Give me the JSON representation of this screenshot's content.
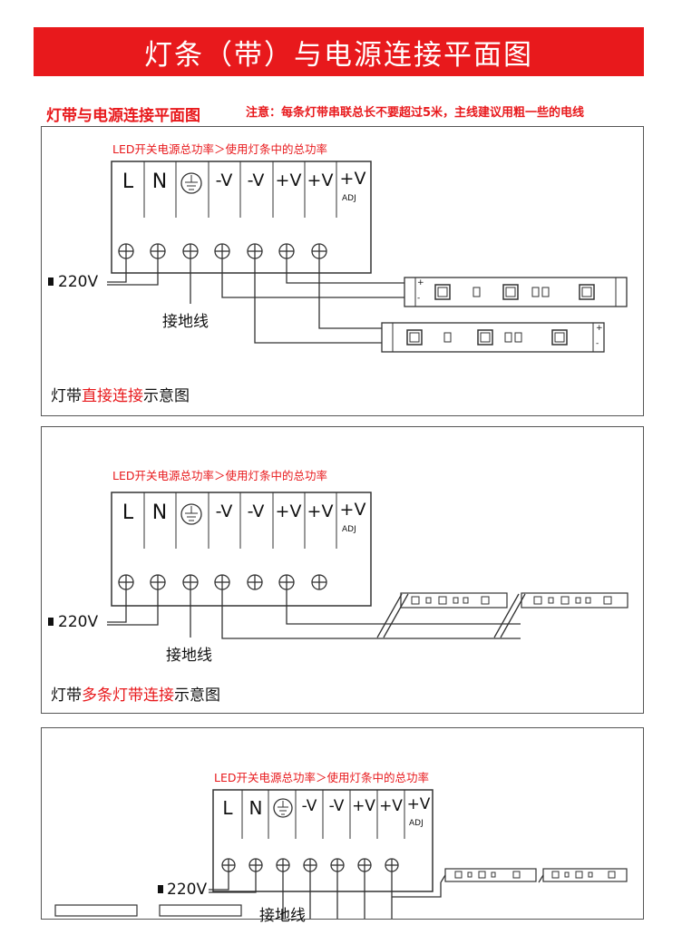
{
  "banner": {
    "title": "灯条（带）与电源连接平面图"
  },
  "subhead": {
    "title": "灯带与电源连接平面图"
  },
  "note": {
    "text": "注意：每条灯带串联总长不要超过5米，主线建议用粗一些的电线"
  },
  "psu": {
    "title": "LED开关电源总功率＞使用灯条中的总功率",
    "terminals": [
      "L",
      "N",
      "⏚",
      "-V",
      "-V",
      "+V",
      "+V",
      "+V"
    ],
    "adj": "ADJ",
    "input_voltage": "220V",
    "ground_label": "接地线"
  },
  "strip": {
    "plus": "+",
    "minus": "-"
  },
  "panels": [
    {
      "id": "direct",
      "caption": {
        "prefix": "灯带",
        "highlight": "直接连接",
        "suffix": "示意图"
      }
    },
    {
      "id": "multi",
      "caption": {
        "prefix": "灯带",
        "highlight": "多条灯带连接",
        "suffix": "示意图"
      }
    },
    {
      "id": "third",
      "caption": {
        "prefix": "",
        "highlight": "",
        "suffix": ""
      }
    }
  ],
  "colors": {
    "accent": "#e8191c",
    "line": "#333333"
  }
}
